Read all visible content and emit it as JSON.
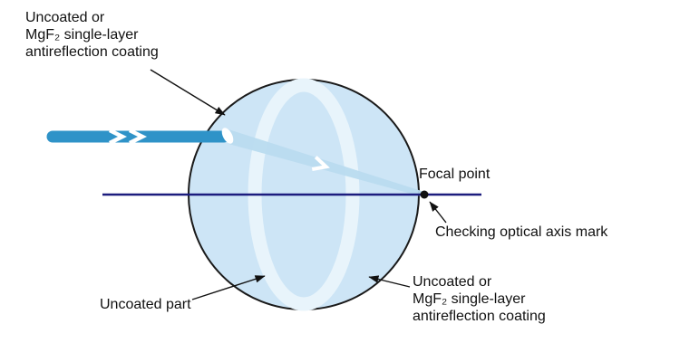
{
  "diagram": {
    "labels": {
      "coating_top": [
        "Uncoated or",
        "MgF₂ single-layer",
        "antireflection coating"
      ],
      "focal_point": "Focal point",
      "axis_mark": "Checking optical axis mark",
      "uncoated_part": "Uncoated part",
      "coating_bottom": [
        "Uncoated or",
        "MgF₂ single-layer",
        "antireflection coating"
      ]
    },
    "icons": {
      "incident_beam": "light-beam-arrow",
      "beam_chevrons": "white-chevron-arrows",
      "focal_dot": "focal-point-dot",
      "leader_arrows": "black-arrowheads"
    },
    "colors": {
      "sphere_fill": "#cde5f6",
      "sphere_stroke": "#1a1a1a",
      "band": "#e8f4fb",
      "axis": "#1c1c7e",
      "beam": "#2f93c8",
      "refracted_beam": "#b9dbef",
      "entry_spot": "#ffffff",
      "focal_dot": "#111111",
      "text": "#111111",
      "leader": "#111111"
    }
  }
}
